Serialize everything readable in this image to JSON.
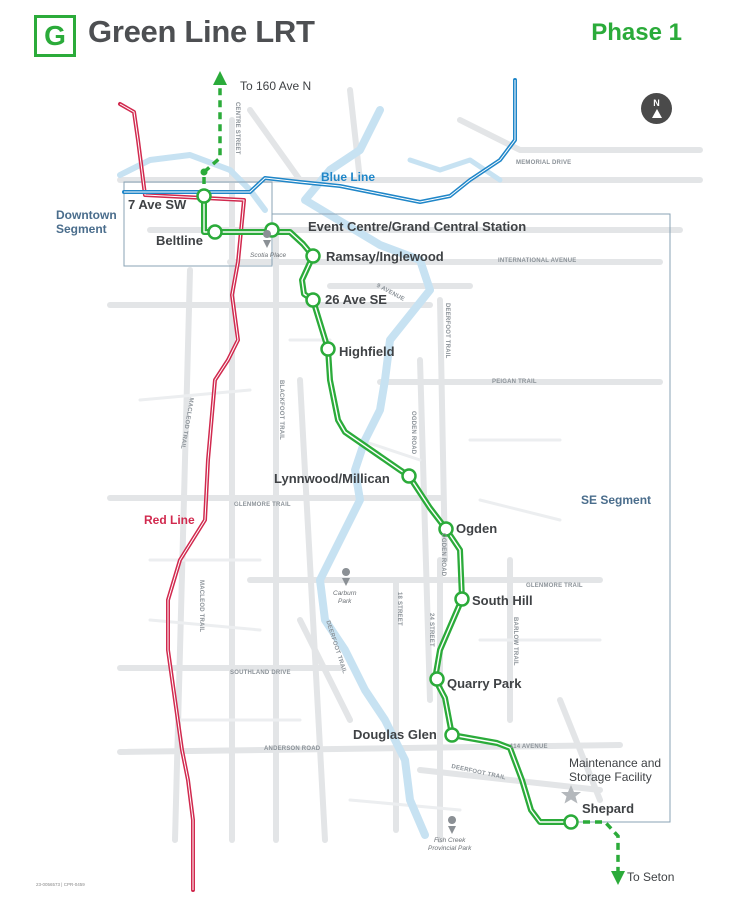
{
  "header": {
    "logo_letter": "G",
    "title": "Green Line LRT",
    "phase": "Phase 1"
  },
  "north_arrow": {
    "letter": "N",
    "icon": "north-arrow-icon"
  },
  "colors": {
    "green_line": "#2bab3a",
    "red_line": "#d1294e",
    "blue_line": "#1f86c8",
    "river": "#c7e2f2",
    "road": "#e3e5e7",
    "segment_box": "#8aa3b5",
    "segment_text": "#4a6d8c"
  },
  "segments": {
    "downtown": "Downtown\nSegment",
    "southeast": "SE Segment"
  },
  "lines": {
    "blue": "Blue Line",
    "red": "Red Line"
  },
  "stations": [
    {
      "id": "7-ave-sw",
      "name": "7 Ave SW"
    },
    {
      "id": "beltline",
      "name": "Beltline"
    },
    {
      "id": "event-centre",
      "name": "Event Centre/Grand Central Station"
    },
    {
      "id": "ramsay-inglewood",
      "name": "Ramsay/Inglewood"
    },
    {
      "id": "26-ave-se",
      "name": "26 Ave SE"
    },
    {
      "id": "highfield",
      "name": "Highfield"
    },
    {
      "id": "lynnwood-millican",
      "name": "Lynnwood/Millican"
    },
    {
      "id": "ogden",
      "name": "Ogden"
    },
    {
      "id": "south-hill",
      "name": "South Hill"
    },
    {
      "id": "quarry-park",
      "name": "Quarry Park"
    },
    {
      "id": "douglas-glen",
      "name": "Douglas Glen"
    },
    {
      "id": "shepard",
      "name": "Shepard"
    }
  ],
  "extensions": {
    "north": "To 160 Ave N",
    "south": "To Seton"
  },
  "facility": {
    "line1": "Maintenance and",
    "line2": "Storage Facility",
    "icon": "star-icon"
  },
  "pois": {
    "scotia": "Scotia Place",
    "carburn": "Carburn\nPark",
    "fish_creek": "Fish Creek\nProvincial Park",
    "icon": "map-pin-icon"
  },
  "roads": {
    "memorial": "MEMORIAL DRIVE",
    "international": "INTERNATIONAL AVENUE",
    "ave9": "9 AVENUE",
    "deerfoot": "DEERFOOT TRAIL",
    "peigan": "PEIGAN TRAIL",
    "ogden_road": "OGDEN ROAD",
    "blackfoot": "BLACKFOOT TRAIL",
    "macleod": "MACLEOD TRAIL",
    "glenmore": "GLENMORE TRAIL",
    "st18": "18 STREET",
    "st24": "24 STREET",
    "barlow": "BARLOW TRAIL",
    "southland": "SOUTHLAND DRIVE",
    "anderson": "ANDERSON ROAD",
    "ave114": "114 AVENUE",
    "centre": "CENTRE STREET"
  },
  "credit": "23-0056573 | CPR-0459"
}
